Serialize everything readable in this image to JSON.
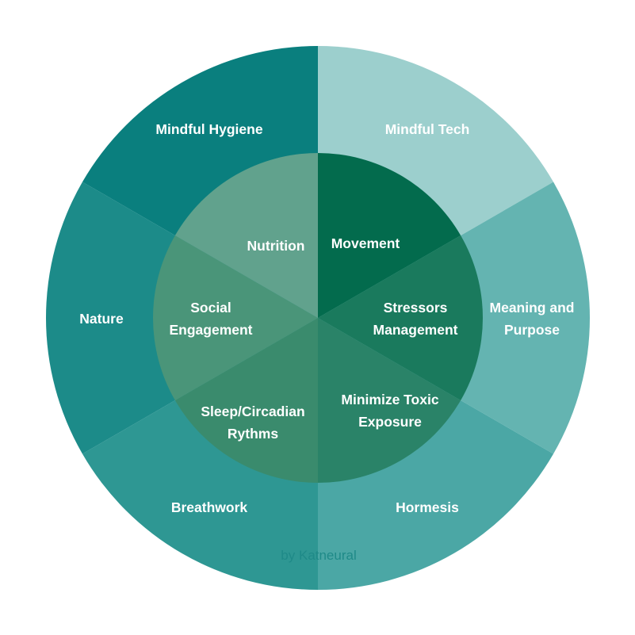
{
  "outer_ring": [
    {
      "id": "mindful-tech",
      "lines": [
        "Mindful Tech"
      ],
      "color": "#9ccfcd"
    },
    {
      "id": "meaning-and-purpose",
      "lines": [
        "Meaning and",
        "Purpose"
      ],
      "color": "#64b4b1"
    },
    {
      "id": "hormesis",
      "lines": [
        "Hormesis"
      ],
      "color": "#4ba7a5"
    },
    {
      "id": "breathwork",
      "lines": [
        "Breathwork"
      ],
      "color": "#2e9793"
    },
    {
      "id": "nature",
      "lines": [
        "Nature"
      ],
      "color": "#1c8b89"
    },
    {
      "id": "mindful-hygiene",
      "lines": [
        "Mindful Hygiene"
      ],
      "color": "#0a7f7e"
    }
  ],
  "inner_ring": [
    {
      "id": "movement",
      "lines": [
        "Movement"
      ],
      "color": "#036b4d"
    },
    {
      "id": "stressors-management",
      "lines": [
        "Stressors",
        "Management"
      ],
      "color": "#1a7a5d"
    },
    {
      "id": "minimize-toxic-exposure",
      "lines": [
        "Minimize  Toxic",
        "Exposure"
      ],
      "color": "#2a8368"
    },
    {
      "id": "sleep-circadian-rythms",
      "lines": [
        "Sleep/Circadian",
        "Rythms"
      ],
      "color": "#3a8b6d"
    },
    {
      "id": "social-engagement",
      "lines": [
        "Social",
        "Engagement"
      ],
      "color": "#4a9579"
    },
    {
      "id": "nutrition",
      "lines": [
        "Nutrition"
      ],
      "color": "#61a28d"
    }
  ],
  "credit": "by Katneural"
}
